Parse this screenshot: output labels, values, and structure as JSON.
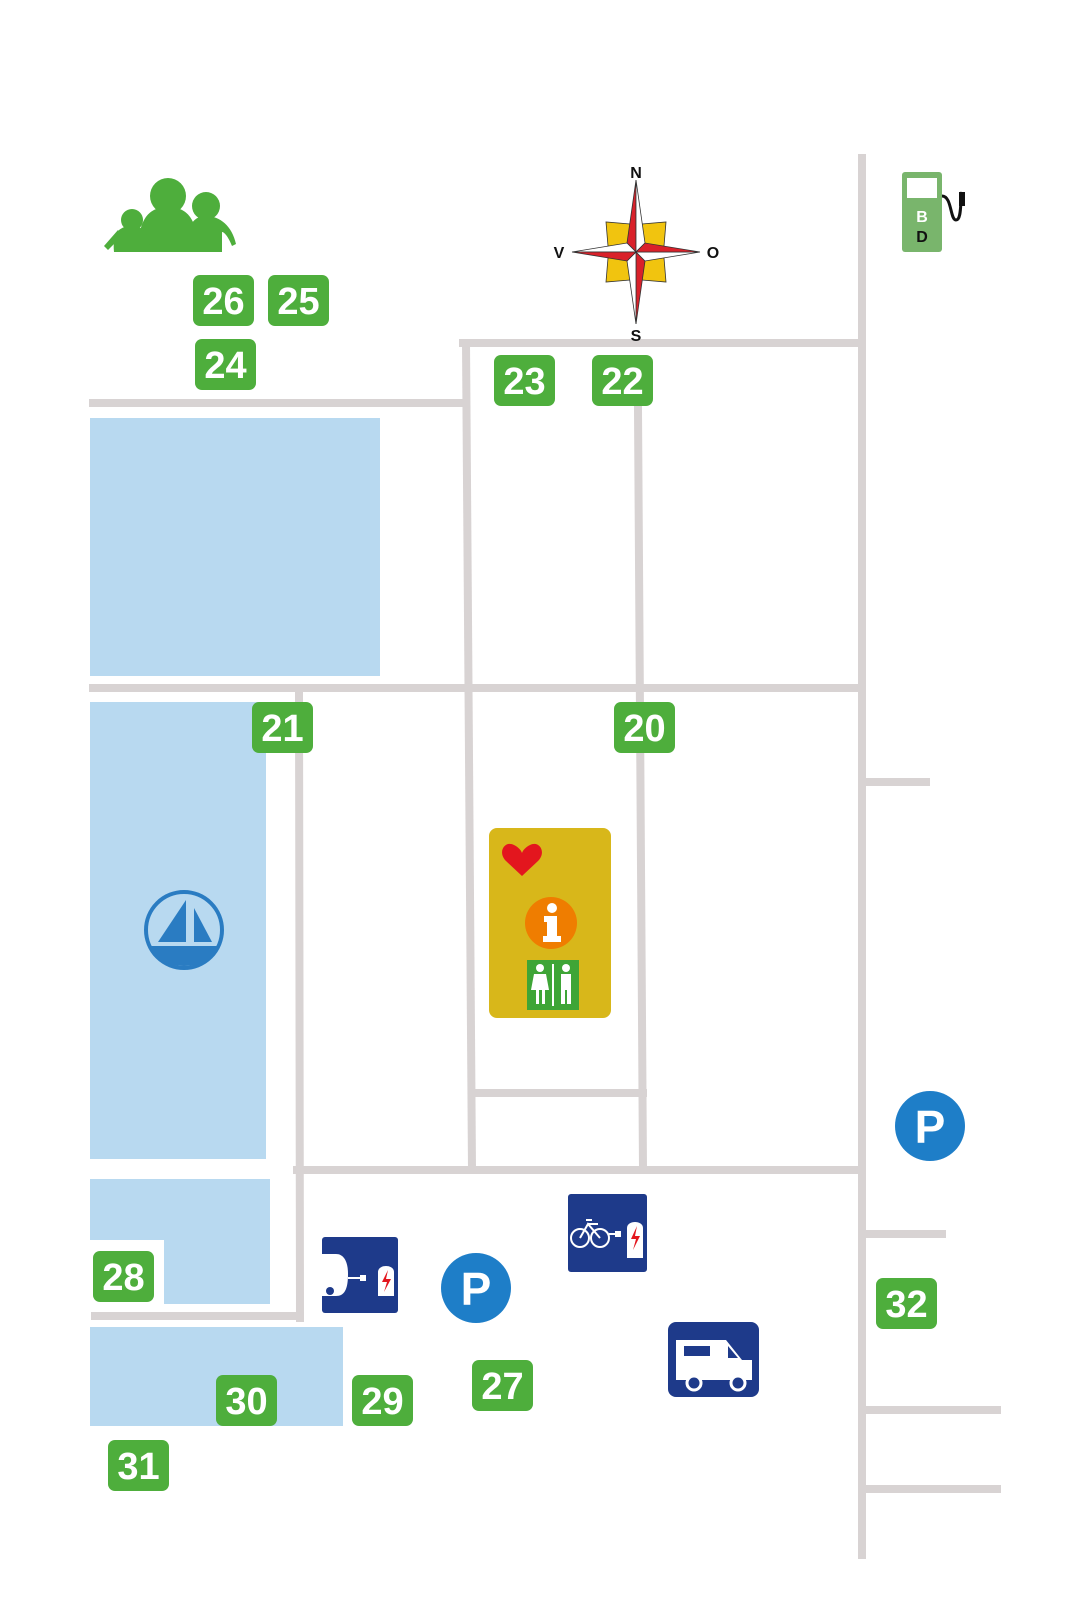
{
  "colors": {
    "road": "#d8d3d3",
    "water": "#b8d9f0",
    "badge": "#4eae3c",
    "badge_text": "#ffffff",
    "service_panel": "#d8b71a",
    "info": "#ef7d00",
    "heart": "#e3161e",
    "toilet": "#3ea536",
    "parking": "#1e7ec8",
    "charging": "#1e3a8a",
    "sailing": "#2a7cc2",
    "fuel": "#79b56c",
    "people": "#4eae3c",
    "compass_red": "#d9212a",
    "compass_yellow": "#f1c40f"
  },
  "compass": {
    "n": "N",
    "s": "S",
    "w": "V",
    "e": "O"
  },
  "fuel_station": {
    "icon": "fuel-pump-icon",
    "letters": [
      "B",
      "D"
    ]
  },
  "parking": {
    "label": "P"
  },
  "spots": [
    {
      "id": "20"
    },
    {
      "id": "21"
    },
    {
      "id": "22"
    },
    {
      "id": "23"
    },
    {
      "id": "24"
    },
    {
      "id": "25"
    },
    {
      "id": "26"
    },
    {
      "id": "27"
    },
    {
      "id": "28"
    },
    {
      "id": "29"
    },
    {
      "id": "30"
    },
    {
      "id": "31"
    },
    {
      "id": "32"
    }
  ],
  "icons": [
    "people-icon",
    "compass-rose-icon",
    "fuel-pump-icon",
    "sailing-icon",
    "heart-icon",
    "info-icon",
    "toilet-icon",
    "ev-car-charging-icon",
    "ebike-charging-icon",
    "parking-icon",
    "camper-icon"
  ]
}
